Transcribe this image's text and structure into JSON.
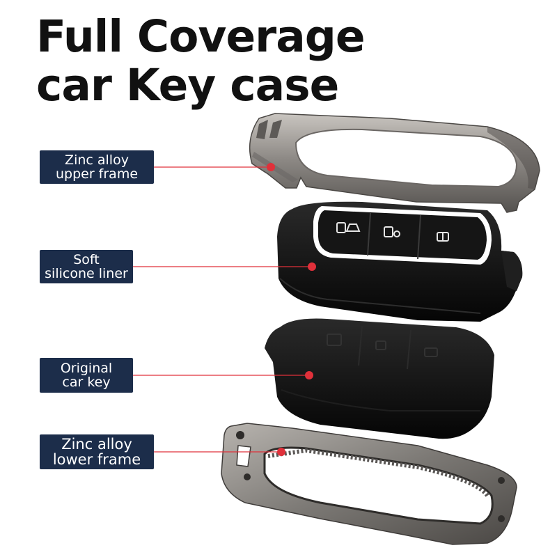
{
  "title": {
    "line1": "Full Coverage",
    "line2": "car Key case"
  },
  "callouts": [
    {
      "line1": "Zinc alloy",
      "line2": "upper frame"
    },
    {
      "line1": "Soft",
      "line2": "silicone liner"
    },
    {
      "line1": "Original",
      "line2": "car key"
    },
    {
      "line1": "Zinc alloy",
      "line2": "lower frame"
    }
  ],
  "colors": {
    "label_bg": "#1c2d4a",
    "pointer": "#e0303a",
    "metal": "#8c8986",
    "silicone": "#111111"
  }
}
